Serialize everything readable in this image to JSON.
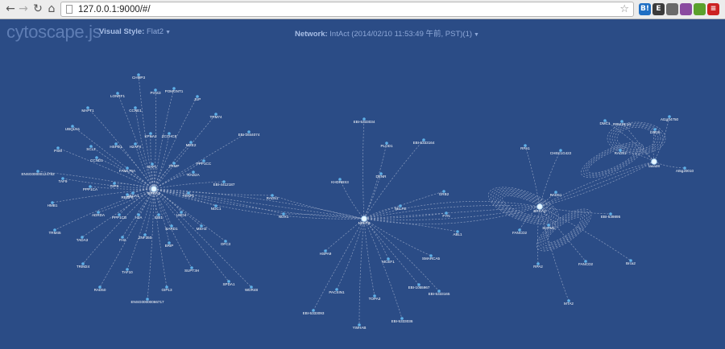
{
  "browser": {
    "url": "127.0.0.1:9000/#/",
    "back_icon": "back-arrow-icon",
    "forward_icon": "forward-arrow-icon",
    "reload_icon": "reload-icon",
    "home_icon": "home-icon",
    "bookmark_icon": "star-icon",
    "extensions": [
      {
        "name": "hatena-bookmark-icon",
        "label": "B!",
        "color": "#1f6fc4"
      },
      {
        "name": "evernote-icon",
        "label": "E",
        "color": "#3b3b3b"
      },
      {
        "name": "puzzle-icon",
        "label": "",
        "color": "#6a6a6a"
      },
      {
        "name": "slack-icon",
        "label": "",
        "color": "#8a4aa0"
      },
      {
        "name": "chrome-apps-icon",
        "label": "",
        "color": "#5aa02c"
      },
      {
        "name": "menu-icon",
        "label": "≡",
        "color": "#cc2222"
      }
    ]
  },
  "app": {
    "logo": "cytoscape.js",
    "visual_style_label": "Visual Style:",
    "visual_style_value": "Flat2",
    "network_label": "Network:",
    "network_value": "IntAct (2014/02/10 11:53:49 午前, PST)(1)"
  },
  "colors": {
    "background": "#2b4c86",
    "node": "#5fb0e8",
    "hub": "#e8f6ff",
    "edge": "#a5b3cf"
  },
  "graph": {
    "hubs": [
      {
        "id": "brca1",
        "label": "BRCA1"
      },
      {
        "id": "nelf",
        "label": "NELFB"
      },
      {
        "id": "brca2",
        "label": "BRCA2"
      },
      {
        "id": "dmc",
        "label": "taxa28"
      }
    ],
    "nodes": [
      {
        "label": "CHMP3",
        "hub": "brca1"
      },
      {
        "label": "PIAS3",
        "hub": "brca1"
      },
      {
        "label": "POMGNT1",
        "hub": "brca1"
      },
      {
        "label": "LONRF1",
        "hub": "brca1"
      },
      {
        "label": "JUP",
        "hub": "brca1"
      },
      {
        "label": "MAPT1",
        "hub": "brca1"
      },
      {
        "label": "CCNE1",
        "hub": "brca1"
      },
      {
        "label": "TRM74",
        "hub": "brca1"
      },
      {
        "label": "UBQLN1",
        "hub": "brca1"
      },
      {
        "label": "ZCCHC8",
        "hub": "brca1"
      },
      {
        "label": "KPNA2",
        "hub": "brca1"
      },
      {
        "label": "EBI-2844074",
        "hub": "brca1"
      },
      {
        "label": "H2AFX",
        "hub": "brca1"
      },
      {
        "label": "HSPD1",
        "hub": "brca1"
      },
      {
        "label": "MRE2",
        "hub": "brca1"
      },
      {
        "label": "SCL2",
        "hub": "brca1"
      },
      {
        "label": "PSM",
        "hub": "brca1"
      },
      {
        "label": "CCND1",
        "hub": "brca1"
      },
      {
        "label": "PPP1CC",
        "hub": "brca1"
      },
      {
        "label": "BAP1",
        "hub": "brca1"
      },
      {
        "label": "TRMP",
        "hub": "brca1"
      },
      {
        "label": "FAM175A",
        "hub": "brca1"
      },
      {
        "label": "RAD2A",
        "hub": "brca1"
      },
      {
        "label": "ENSG00000124783",
        "hub": "brca1"
      },
      {
        "label": "TAF9",
        "hub": "brca1"
      },
      {
        "label": "GIPS",
        "hub": "brca1"
      },
      {
        "label": "EBI-4412187",
        "hub": "brca1"
      },
      {
        "label": "PPP1CA",
        "hub": "brca1"
      },
      {
        "label": "BRCA1",
        "hub": "brca1"
      },
      {
        "label": "RBBP8",
        "hub": "brca1"
      },
      {
        "label": "TPAP1",
        "hub": "brca1"
      },
      {
        "label": "HMB1",
        "hub": "brca1"
      },
      {
        "label": "NOC1",
        "hub": "brca1"
      },
      {
        "label": "ADRDA",
        "hub": "brca1"
      },
      {
        "label": "PPP1CB",
        "hub": "brca1"
      },
      {
        "label": "H2A",
        "hub": "brca1"
      },
      {
        "label": "EBI1",
        "hub": "brca1"
      },
      {
        "label": "LMO4",
        "hub": "brca1"
      },
      {
        "label": "TRM45",
        "hub": "brca1"
      },
      {
        "label": "BARD1",
        "hub": "brca1"
      },
      {
        "label": "MSH3",
        "hub": "brca1"
      },
      {
        "label": "TADA3",
        "hub": "brca1"
      },
      {
        "label": "FH2",
        "hub": "brca1"
      },
      {
        "label": "ZNF350",
        "hub": "brca1"
      },
      {
        "label": "OFC3",
        "hub": "brca1"
      },
      {
        "label": "BRIP",
        "hub": "brca1"
      },
      {
        "label": "TRIM24",
        "hub": "brca1"
      },
      {
        "label": "TAF10",
        "hub": "brca1"
      },
      {
        "label": "SUPT3H",
        "hub": "brca1"
      },
      {
        "label": "RAD50",
        "hub": "brca1"
      },
      {
        "label": "GIP13",
        "hub": "brca1"
      },
      {
        "label": "SPDA1",
        "hub": "brca1"
      },
      {
        "label": "WDR48",
        "hub": "brca1"
      },
      {
        "label": "ENSG00000066717",
        "hub": "brca1"
      },
      {
        "label": "RAD51",
        "hub": "bridge"
      },
      {
        "label": "NOX1",
        "hub": "bridge"
      },
      {
        "label": "EBI-5333034",
        "hub": "nelf"
      },
      {
        "label": "PLOD1",
        "hub": "nelf"
      },
      {
        "label": "EBI-5333164",
        "hub": "nelf"
      },
      {
        "label": "DENR",
        "hub": "nelf"
      },
      {
        "label": "KHDRBS3",
        "hub": "nelf"
      },
      {
        "label": "GRB2",
        "hub": "nelf"
      },
      {
        "label": "NELFE",
        "hub": "nelf"
      },
      {
        "label": "FYN",
        "hub": "nelf"
      },
      {
        "label": "ABL1",
        "hub": "nelf"
      },
      {
        "label": "HSPA9",
        "hub": "nelf"
      },
      {
        "label": "SMARCA5",
        "hub": "nelf"
      },
      {
        "label": "MCEF1",
        "hub": "nelf"
      },
      {
        "label": "EBI-1055967",
        "hub": "nelf"
      },
      {
        "label": "PACSIN1",
        "hub": "nelf"
      },
      {
        "label": "TOPA3",
        "hub": "nelf"
      },
      {
        "label": "EBI-5333165",
        "hub": "nelf"
      },
      {
        "label": "EBI-5333093",
        "hub": "nelf"
      },
      {
        "label": "EBI-5333036",
        "hub": "nelf"
      },
      {
        "label": "YWHAB",
        "hub": "nelf"
      },
      {
        "label": "RPA1",
        "hub": "brca2"
      },
      {
        "label": "CHEK1G422",
        "hub": "brca2"
      },
      {
        "label": "RAD51",
        "hub": "brca2"
      },
      {
        "label": "EBI-539895",
        "hub": "brca2"
      },
      {
        "label": "SHFM1",
        "hub": "brca2"
      },
      {
        "label": "FANCD2",
        "hub": "brca2"
      },
      {
        "label": "FANCD2",
        "hub": "brca2"
      },
      {
        "label": "RPA2",
        "hub": "brca2"
      },
      {
        "label": "Brca2",
        "hub": "brca2"
      },
      {
        "label": "MTA2",
        "hub": "brca2"
      },
      {
        "label": "DMC1",
        "hub": "dmc"
      },
      {
        "label": "RBM16-14",
        "hub": "dmc"
      },
      {
        "label": "At1g04750",
        "hub": "dmc"
      },
      {
        "label": "LIM15",
        "hub": "dmc"
      },
      {
        "label": "RAD51",
        "hub": "dmc"
      },
      {
        "label": "At5g20010",
        "hub": "dmc"
      }
    ]
  }
}
